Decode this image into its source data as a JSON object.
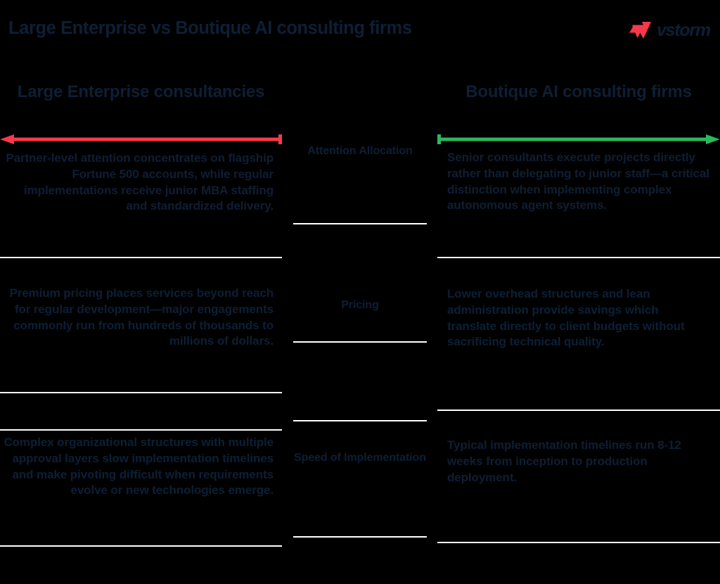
{
  "header": {
    "title": "Large Enterprise vs Boutique AI consulting firms",
    "logo_text": "vstorm",
    "logo_mark_name": "vstorm-bolt-icon"
  },
  "colors": {
    "background": "#000000",
    "text": "#0d1f35",
    "divider": "#ffffff",
    "arrow_left": "#f9394b",
    "arrow_right": "#2bb95c",
    "logo_mark": "#f9394b"
  },
  "columns": {
    "left": {
      "heading": "Large Enterprise consultancies",
      "arrow_direction": "left",
      "arrow_color": "#f9394b"
    },
    "middle": {
      "heading": ""
    },
    "right": {
      "heading": "Boutique AI consulting firms",
      "arrow_direction": "right",
      "arrow_color": "#2bb95c"
    }
  },
  "rows": [
    {
      "criterion": "Attention Allocation",
      "left": "Partner-level attention concentrates on flagship Fortune 500 accounts, while regular implementations receive junior MBA staffing and standardized delivery.",
      "right": "Senior consultants execute projects directly rather than delegating to junior staff—a critical distinction when implementing complex autonomous agent systems."
    },
    {
      "criterion": "Pricing",
      "left": "Premium pricing places services beyond reach for regular development—major engagements commonly run from hundreds of thousands to millions of dollars.",
      "right": "Lower overhead structures and lean administration provide savings which translate directly to client budgets without sacrificing technical quality."
    },
    {
      "criterion": "Speed of Implementation",
      "left": "Complex organizational structures with multiple approval layers slow implementation timelines and make pivoting difficult when requirements evolve or new technologies emerge.",
      "right": "Typical implementation timelines run 8-12 weeks from inception to production deployment."
    }
  ]
}
